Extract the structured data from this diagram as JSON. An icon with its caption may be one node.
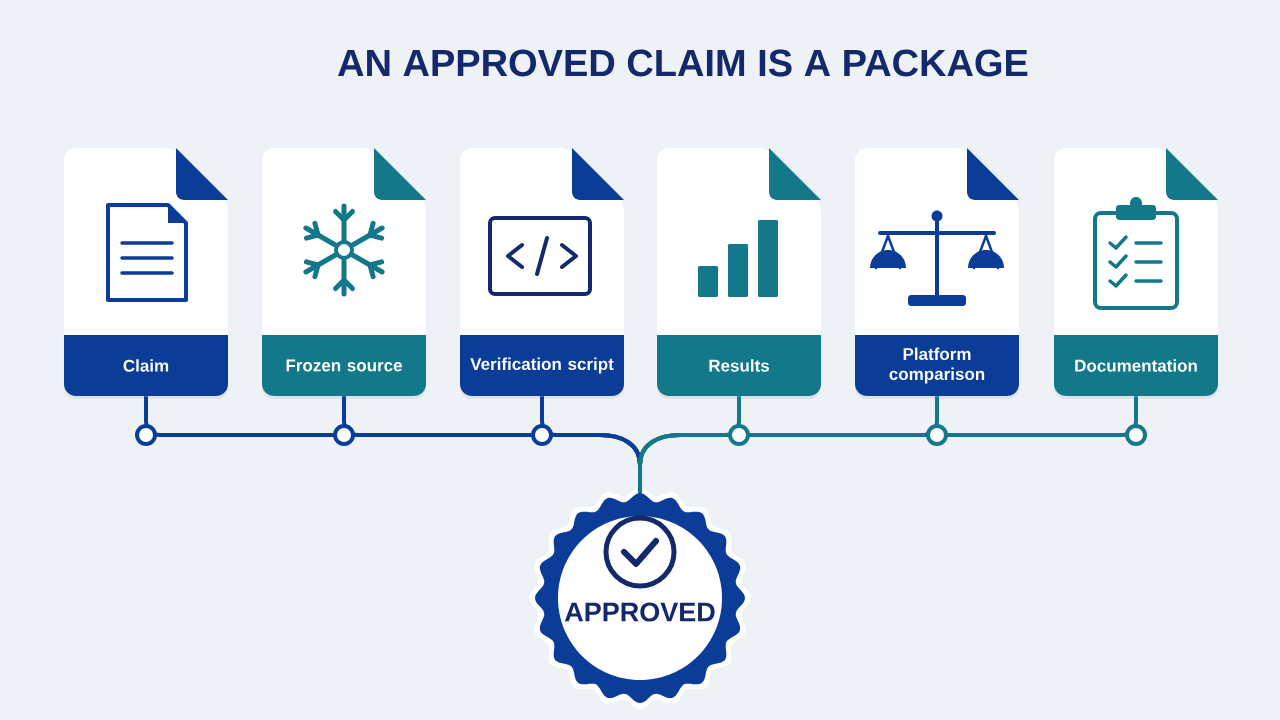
{
  "diagram": {
    "title": "AN APPROVED CLAIM IS A PACKAGE",
    "nodes": [
      {
        "text": [
          "Claim"
        ]
      },
      {
        "text": [
          "Frozen source"
        ]
      },
      {
        "text": [
          "Verification script"
        ]
      },
      {
        "text": [
          "Results"
        ]
      },
      {
        "text": [
          "Platform comparison"
        ]
      },
      {
        "text": [
          "Documentation"
        ]
      },
      {
        "text": [
          "APPROVED"
        ]
      }
    ],
    "edges": [
      {
        "from": 0,
        "to": 6,
        "arrow": "none",
        "color": "#0b3d98"
      },
      {
        "from": 1,
        "to": 6,
        "arrow": "none",
        "color": "#0b3d98"
      },
      {
        "from": 2,
        "to": 6,
        "arrow": "none",
        "color": "#0b3d98"
      },
      {
        "from": 3,
        "to": 6,
        "arrow": "none",
        "color": "#13788a"
      },
      {
        "from": 4,
        "to": 6,
        "arrow": "none",
        "color": "#13788a"
      },
      {
        "from": 5,
        "to": 6,
        "arrow": "none",
        "color": "#13788a"
      }
    ]
  }
}
